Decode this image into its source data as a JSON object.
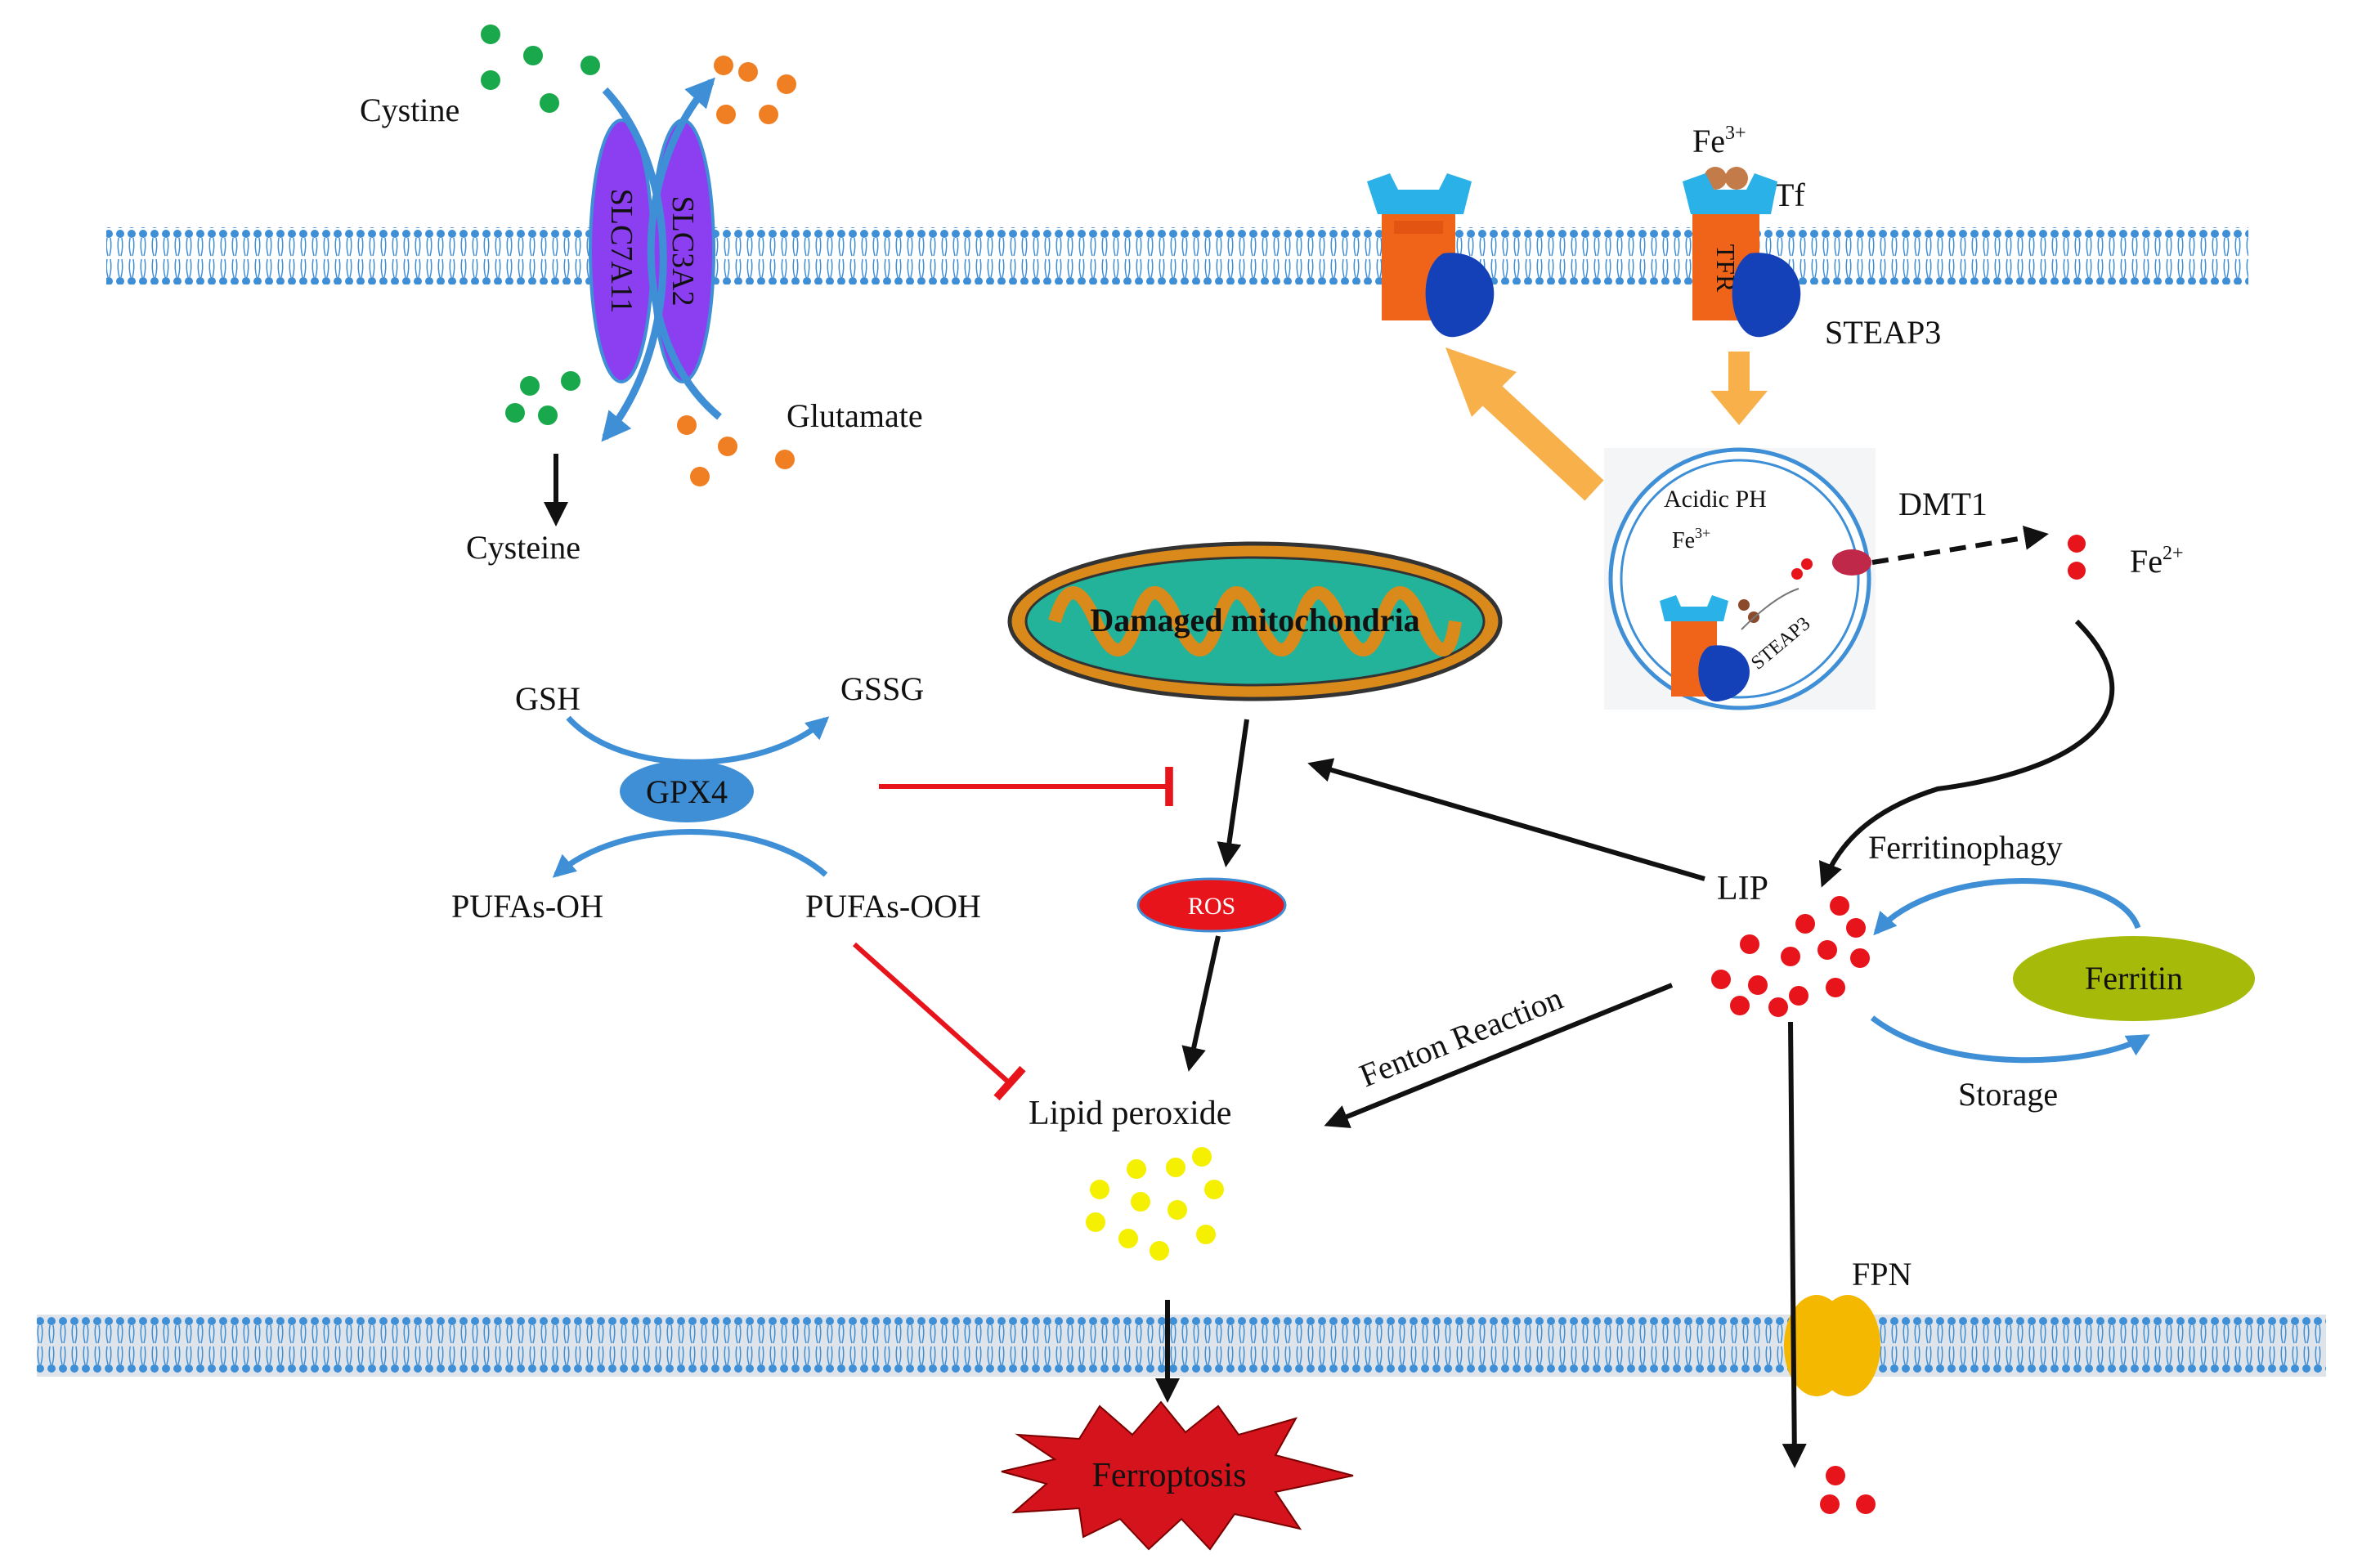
{
  "transporter": {
    "cystine": "Cystine",
    "slc7a11": "SLC7A11",
    "slc3a2": "SLC3A2",
    "glutamate": "Glutamate",
    "cysteine": "Cysteine"
  },
  "iron_uptake": {
    "fe3": "Fe",
    "fe3_sup": "3+",
    "tf": "Tf",
    "tfr": "TFR",
    "steap3": "STEAP3"
  },
  "endosome": {
    "acidic_ph": "Acidic PH",
    "fe3": "Fe",
    "fe3_sup": "3+",
    "steap3": "STEAP3",
    "dmt1": "DMT1",
    "fe2": "Fe",
    "fe2_sup": "2+"
  },
  "mitochondria": {
    "label": "Damaged mitochondria"
  },
  "gpx4_cycle": {
    "gsh": "GSH",
    "gssg": "GSSG",
    "gpx4": "GPX4",
    "pufas_oh": "PUFAs-OH",
    "pufas_ooh": "PUFAs-OOH"
  },
  "ros": "ROS",
  "lipid_peroxide": "Lipid peroxide",
  "ferroptosis": "Ferroptosis",
  "iron_pool": {
    "lip": "LIP",
    "ferritinophagy": "Ferritinophagy",
    "ferritin": "Ferritin",
    "storage": "Storage",
    "fenton": "Fenton Reaction",
    "fpn": "FPN"
  },
  "colors": {
    "membrane": "#3f8fd6",
    "transporter": "#8b3ff0",
    "cystine_dot": "#19a84b",
    "glutamate_dot": "#f07f23",
    "iron_dot": "#e8141c",
    "lipid_dot": "#f5f000",
    "inhibit": "#e8141c",
    "receptor_head": "#29b1e8",
    "receptor_body": "#f0641a",
    "steap3": "#1441b8",
    "ferritin": "#a6ba0a",
    "fpn": "#f5b800",
    "mito_outer": "#d98a1a",
    "mito_inner": "#22b39a",
    "flow_arrow": "#f7b04a"
  }
}
